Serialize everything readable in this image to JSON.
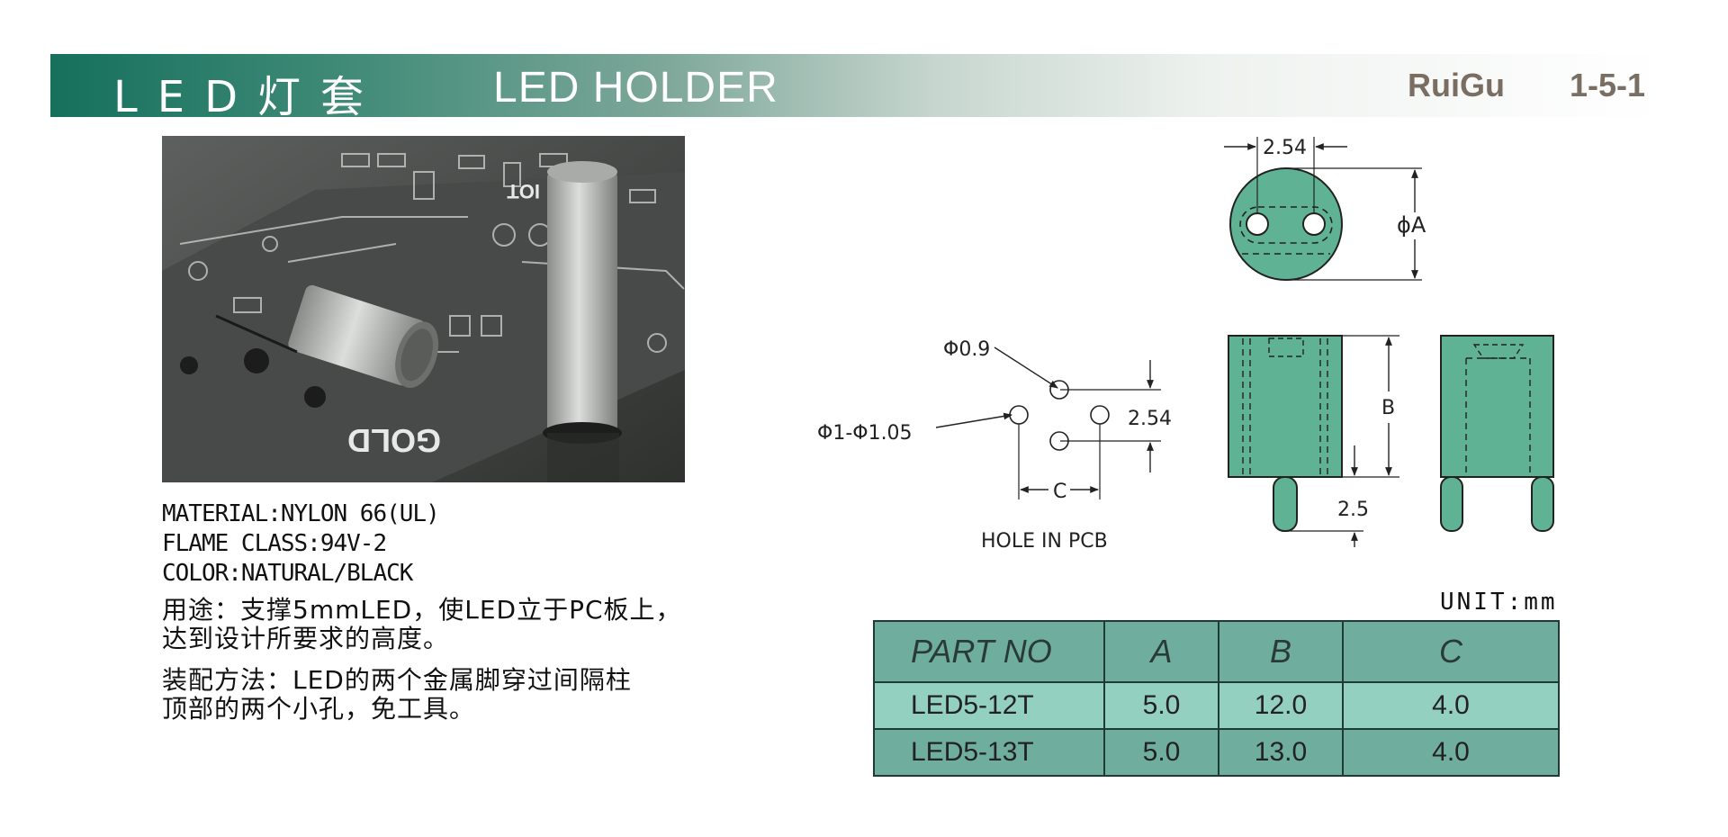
{
  "header": {
    "title_cn": "LED灯套",
    "title_en": "LED HOLDER",
    "brand": "RuiGu",
    "page_number": "1-5-1"
  },
  "photo": {
    "pcb_labels": [
      "GOLD",
      "IOT"
    ]
  },
  "specs": {
    "material": "MATERIAL:NYLON 66(UL)",
    "flame_class": "FLAME CLASS:94V-2",
    "color": "COLOR:NATURAL/BLACK"
  },
  "description": {
    "usage_line1": "用途：支撑5mmLED，使LED立于PC板上，",
    "usage_line2": "达到设计所要求的高度。",
    "assembly_line1": "装配方法：LED的两个金属脚穿过间隔柱",
    "assembly_line2": "顶部的两个小孔，免工具。"
  },
  "drawing": {
    "top_pitch": "2.54",
    "dia_a": "ϕA",
    "hole_small": "Φ0.9",
    "hole_large": "Φ1-Φ1.05",
    "hole_pitch": "2.54",
    "dim_c": "C",
    "hole_caption": "HOLE IN PCB",
    "dim_b": "B",
    "pin_length": "2.5",
    "body_color": "#5fb394"
  },
  "unit": "UNIT:mm",
  "table": {
    "headers": [
      "PART NO",
      "A",
      "B",
      "C"
    ],
    "rows": [
      [
        "LED5-12T",
        "5.0",
        "12.0",
        "4.0"
      ],
      [
        "LED5-13T",
        "5.0",
        "13.0",
        "4.0"
      ]
    ]
  }
}
